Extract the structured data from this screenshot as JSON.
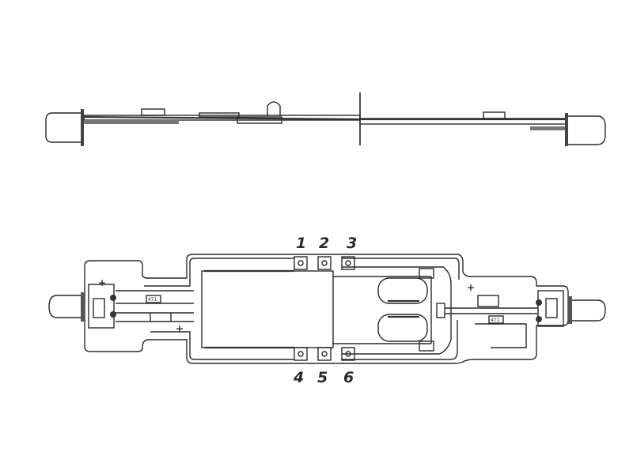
{
  "side_view": {},
  "top_view": {
    "pad_labels": [
      "1",
      "2",
      "3",
      "4",
      "5",
      "6"
    ],
    "resistor_labels": [
      "471",
      "471"
    ],
    "polarity_marks": [
      "+",
      "+",
      "+"
    ]
  }
}
